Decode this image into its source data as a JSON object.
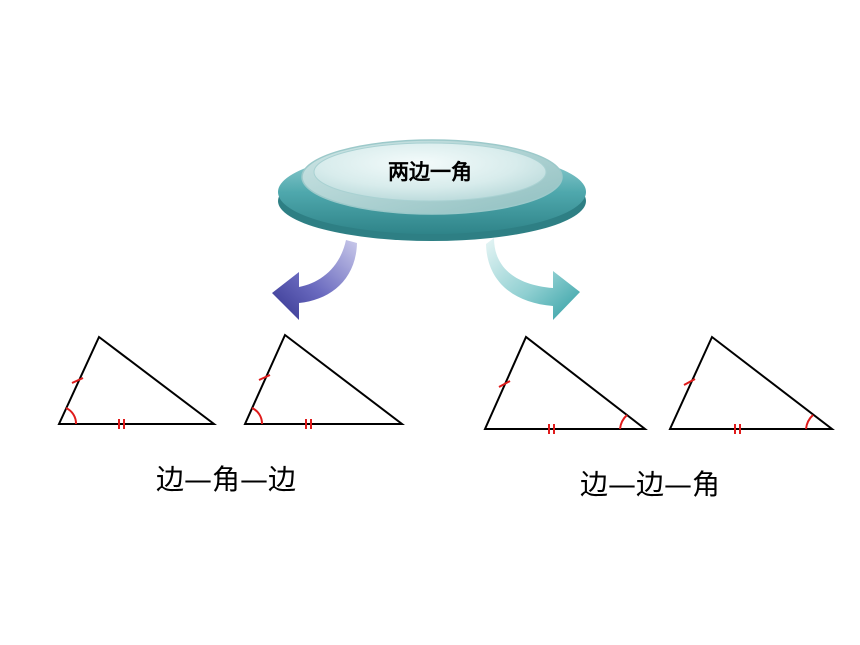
{
  "title": "两边一角",
  "left_group": {
    "caption": "边—角—边"
  },
  "right_group": {
    "caption": "边—边—角"
  },
  "colors": {
    "disc_teal": "#5fb3b8",
    "disc_face": "#e4f3f3",
    "arrow_left": "#3f3f9a",
    "arrow_right": "#3aa5aa",
    "mark": "#e01b1b",
    "line": "#000000"
  }
}
